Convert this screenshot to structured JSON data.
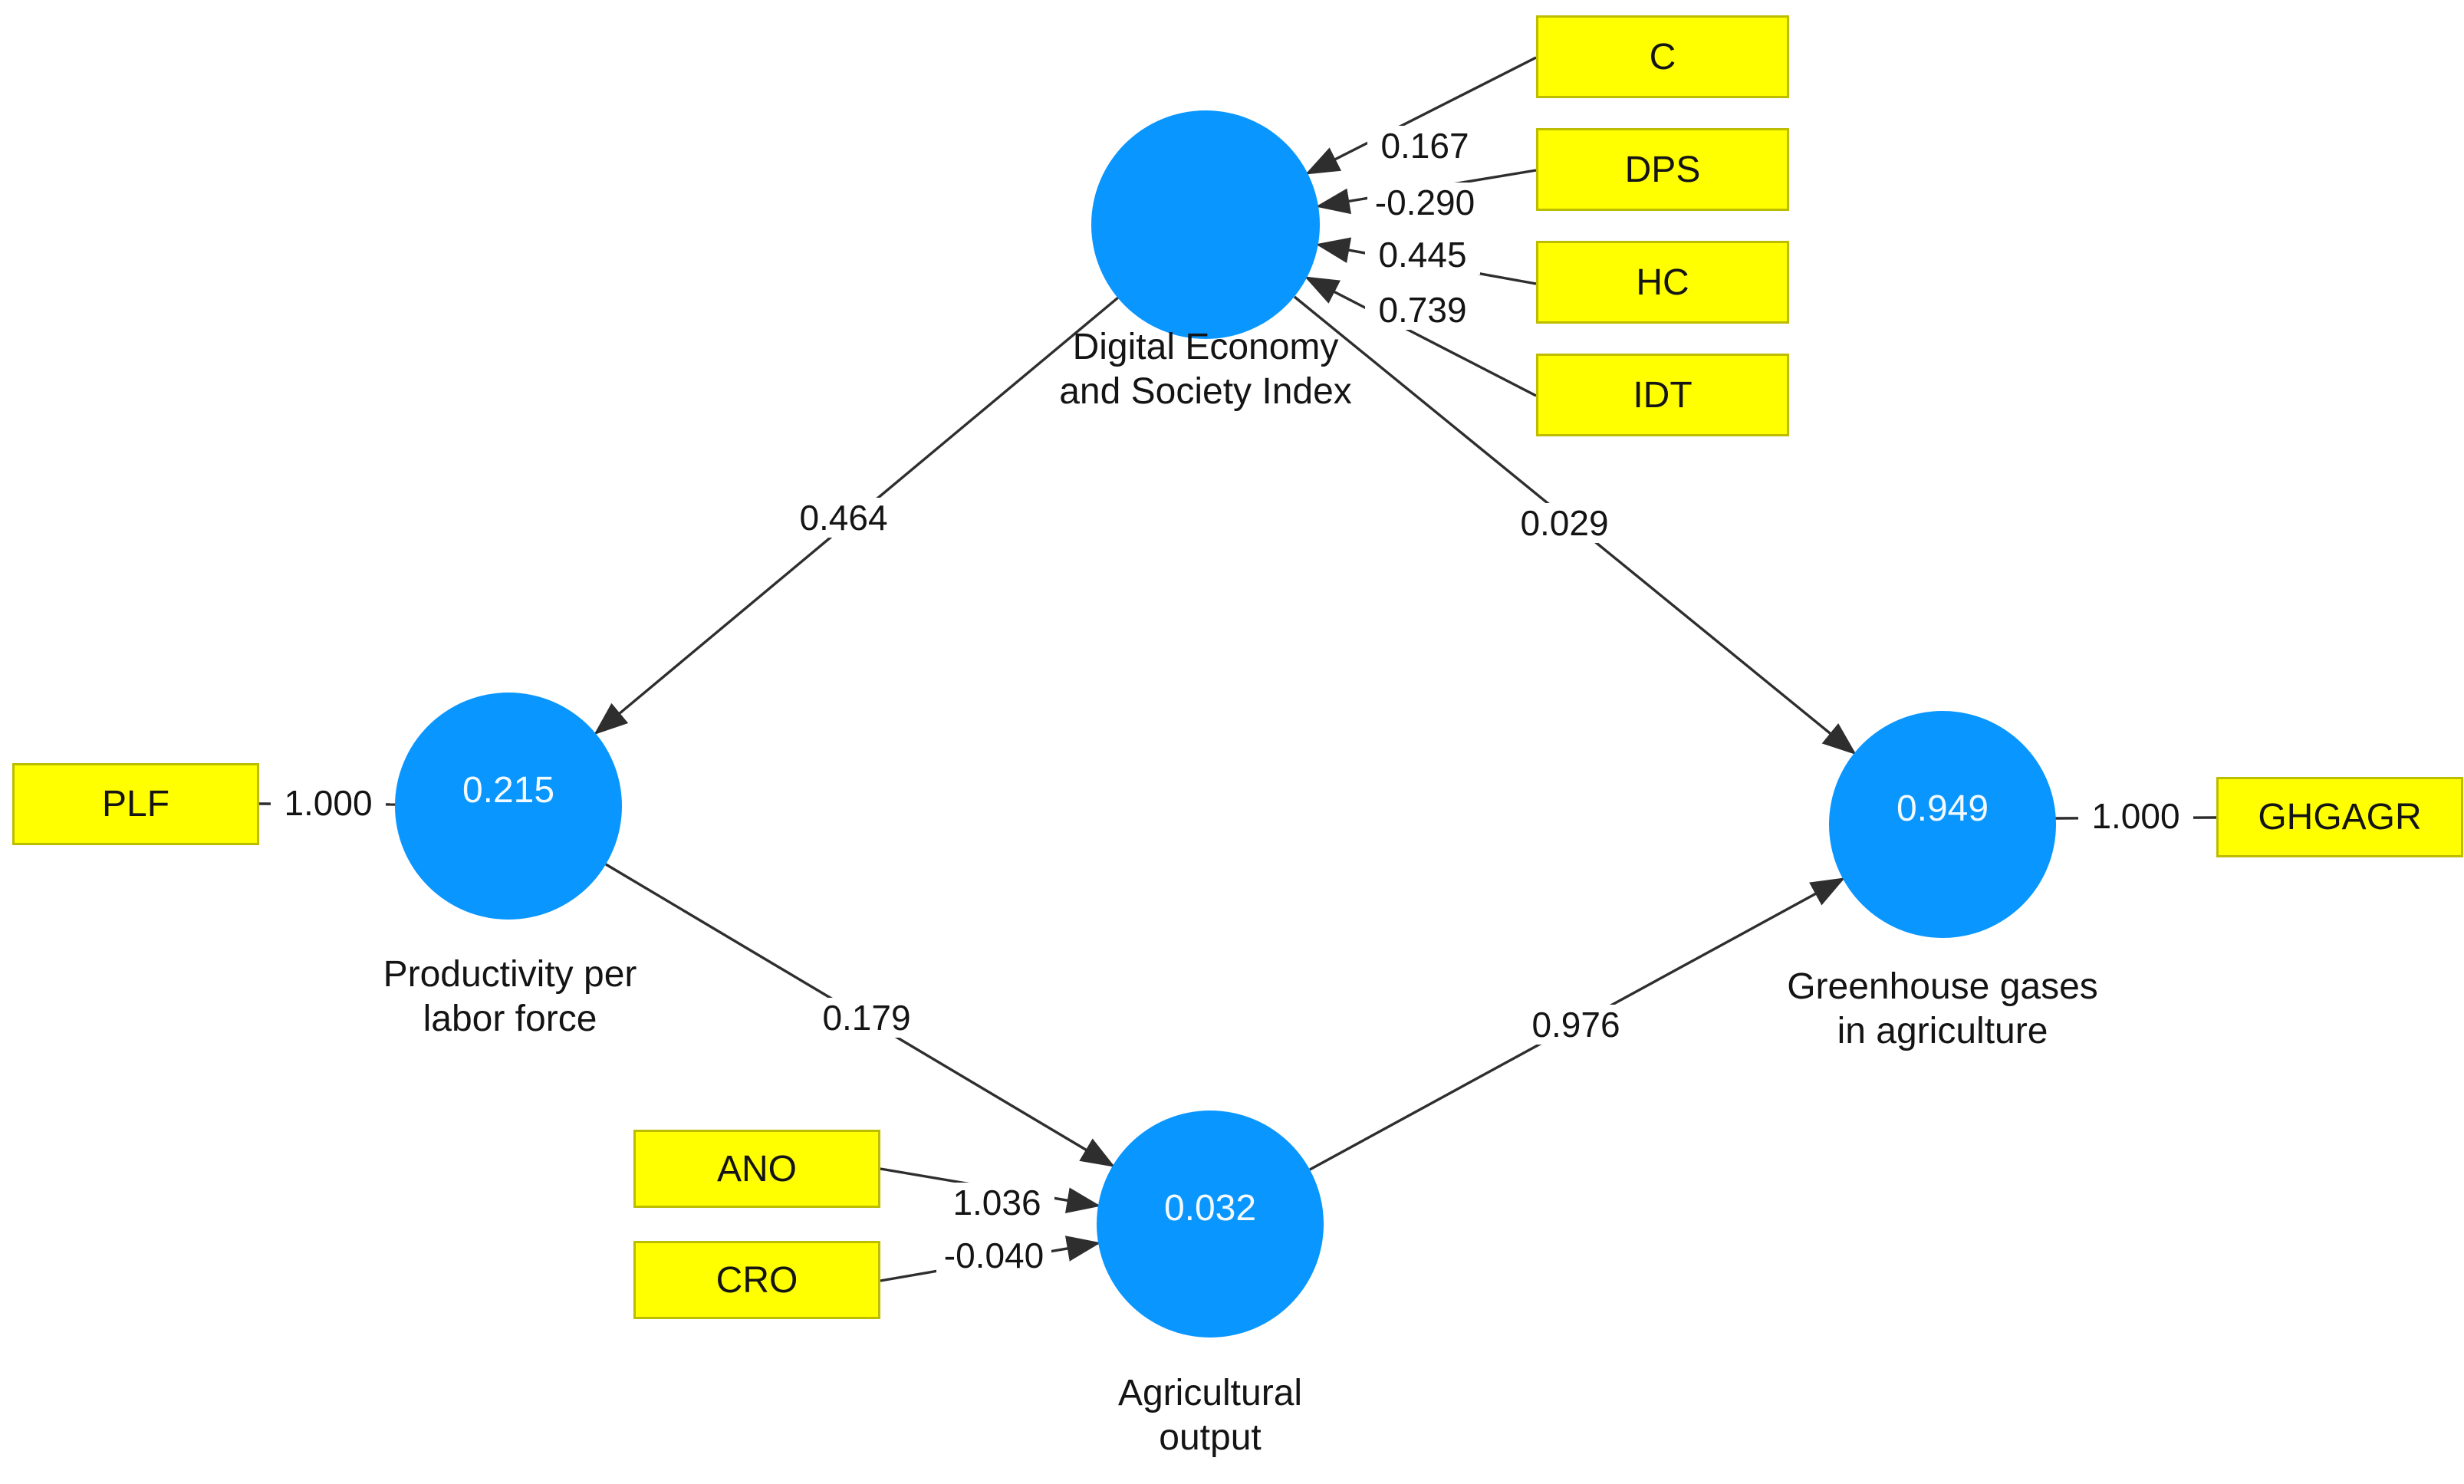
{
  "diagram": {
    "type": "pls-sem-path-model",
    "colors": {
      "latent_fill": "#0996ff",
      "indicator_fill": "#ffff00",
      "indicator_border": "#bdbd00",
      "line": "#2e2e2e",
      "latent_value_text": "#f2faff",
      "label_text": "#141414",
      "background": "#ffffff"
    },
    "latents": {
      "desi": {
        "label": [
          "Digital Economy",
          "and Society Index"
        ],
        "value": ""
      },
      "prod": {
        "label": [
          "Productivity per",
          "labor force"
        ],
        "value": "0.215"
      },
      "agri": {
        "label": [
          "Agricultural",
          "output"
        ],
        "value": "0.032"
      },
      "ghg": {
        "label": [
          "Greenhouse gases",
          "in agriculture"
        ],
        "value": "0.949"
      }
    },
    "indicators": {
      "c": "C",
      "dps": "DPS",
      "hc": "HC",
      "idt": "IDT",
      "plf": "PLF",
      "ano": "ANO",
      "cro": "CRO",
      "ghgagr": "GHGAGR"
    },
    "weights": {
      "c": "0.167",
      "dps": "-0.290",
      "hc": "0.445",
      "idt": "0.739",
      "plf": "1.000",
      "ano": "1.036",
      "cro": "-0.040",
      "ghgagr": "1.000"
    },
    "paths": {
      "desi_prod": "0.464",
      "desi_ghg": "0.029",
      "prod_agri": "0.179",
      "agri_ghg": "0.976"
    }
  }
}
